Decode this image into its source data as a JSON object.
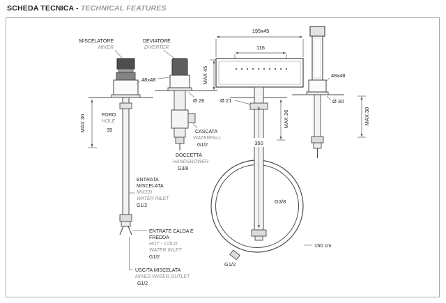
{
  "header": {
    "title": "SCHEDA TECNICA -",
    "subtitle": "TECHNICAL FEATURES"
  },
  "mixer": {
    "name_it": "MISCELATORE",
    "name_en": "MIXER",
    "size": "48x48",
    "max_deck": "MAX 30",
    "hole": {
      "it": "FORO",
      "en": "HOLE",
      "value": "35"
    },
    "mixed_inlet": [
      "ENTRATA",
      "MISCELATA",
      "MIXED",
      "WATER INLET",
      "G1/2"
    ],
    "hot_cold_inlet": [
      "ENTRATE CALDA E",
      "FREDDA",
      "HOT - COLD",
      "WATER INLET",
      "G1/2"
    ],
    "mixed_outlet": [
      "USCITA MISCELATA",
      "MIXED WATER OUTLET",
      "G1/2"
    ]
  },
  "diverter": {
    "name_it": "DEVIATORE",
    "name_en": "DIVERTER",
    "max_deck": "MAX 45",
    "hole": "Ø 26",
    "waterfall": [
      "CASCATA",
      "WATERFALL",
      "G1/2"
    ],
    "handshower_outlet": [
      "DOCCETTA",
      "HANDSHOWER",
      "G3/8"
    ]
  },
  "spout": {
    "size": "195x45",
    "holes_width": "116",
    "hole": "Ø 21",
    "max_deck": "MAX 26",
    "length_below_deck": "350"
  },
  "hose": {
    "top_thread": "G3/8",
    "end_thread": "G1/2",
    "length": "150 cm"
  },
  "handshower": {
    "size": "48x48",
    "hole": "Ø 30",
    "max_deck": "MAX 30"
  }
}
